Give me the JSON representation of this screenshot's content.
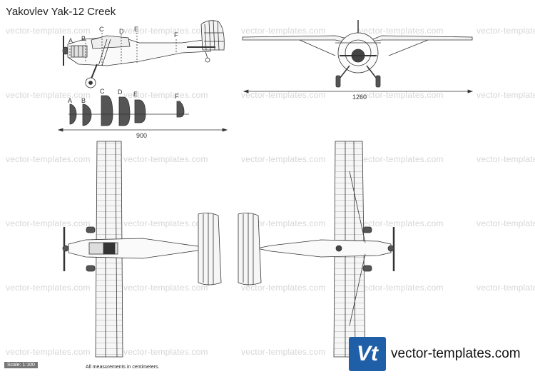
{
  "title": "Yakovlev Yak-12 Creek",
  "watermark_text": "vector-templates.com",
  "section_labels": [
    "A",
    "B",
    "C",
    "D",
    "E",
    "F"
  ],
  "dimensions": {
    "length": "900",
    "span": "1260"
  },
  "scale_label": "Scale: 1:100",
  "note": "All measurements in centimeters.",
  "brand": {
    "logo_text": "Vt",
    "site": "vector-templates.com",
    "color": "#1f5fa8"
  }
}
